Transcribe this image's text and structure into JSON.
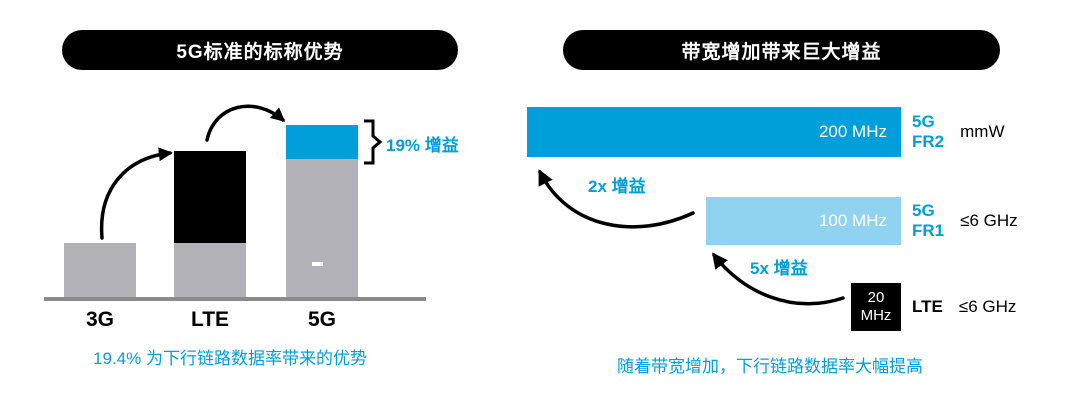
{
  "colors": {
    "accent": "#009fdb",
    "light_blue": "#90d3f1",
    "bar_gray": "#b3b2b8",
    "axis_gray": "#8b8b8b"
  },
  "left_panel": {
    "header": "5G标准的标称优势",
    "x_labels": [
      "3G",
      "LTE",
      "5G"
    ],
    "gain_label": "19% 增益",
    "caption": "19.4% 为下行链路数据率带来的优势"
  },
  "right_panel": {
    "header": "带宽增加带来巨大增益",
    "rows": [
      {
        "value": "200 MHz",
        "tech_line1": "5G",
        "tech_line2": "FR2",
        "band": "mmW"
      },
      {
        "value": "100 MHz",
        "tech_line1": "5G",
        "tech_line2": "FR1",
        "band": "≤6 GHz"
      },
      {
        "value": "20 MHz",
        "tech_line1": "LTE",
        "band": "≤6 GHz"
      }
    ],
    "gain_labels": {
      "to_fr2": "2x 增益",
      "to_fr1": "5x 增益"
    },
    "caption": "随着带宽增加，下行链路数据率大幅提高"
  },
  "chart_data": [
    {
      "type": "bar",
      "title": "5G标准的标称优势",
      "categories": [
        "3G",
        "LTE",
        "5G"
      ],
      "series": [
        {
          "name": "gray-base",
          "color": "#b3b2b8",
          "values": [
            56,
            56,
            140
          ]
        },
        {
          "name": "black-increase",
          "color": "#000000",
          "values": [
            0,
            92,
            0
          ]
        },
        {
          "name": "blue-5g-gain",
          "color": "#009fdb",
          "values": [
            0,
            0,
            34
          ]
        }
      ],
      "units": "relative height (axis unlabeled)",
      "annotations": [
        "19% 增益 on 5G top segment",
        "19.4% 为下行链路数据率带来的优势"
      ],
      "xlabel": "",
      "ylabel": "",
      "grid": false,
      "legend": false
    },
    {
      "type": "bar",
      "orientation": "horizontal",
      "title": "带宽增加带来巨大增益",
      "categories": [
        "5G FR2 mmW",
        "5G FR1 ≤6 GHz",
        "LTE ≤6 GHz"
      ],
      "values": [
        200,
        100,
        20
      ],
      "value_labels": [
        "200 MHz",
        "100 MHz",
        "20 MHz"
      ],
      "bar_colors": [
        "#009fdb",
        "#90d3f1",
        "#000000"
      ],
      "annotations": [
        "2x 增益 (FR1→FR2)",
        "5x 增益 (LTE→FR1)"
      ],
      "caption": "随着带宽增加，下行链路数据率大幅提高",
      "xlabel": "",
      "ylabel": "",
      "grid": false,
      "legend": false
    }
  ]
}
